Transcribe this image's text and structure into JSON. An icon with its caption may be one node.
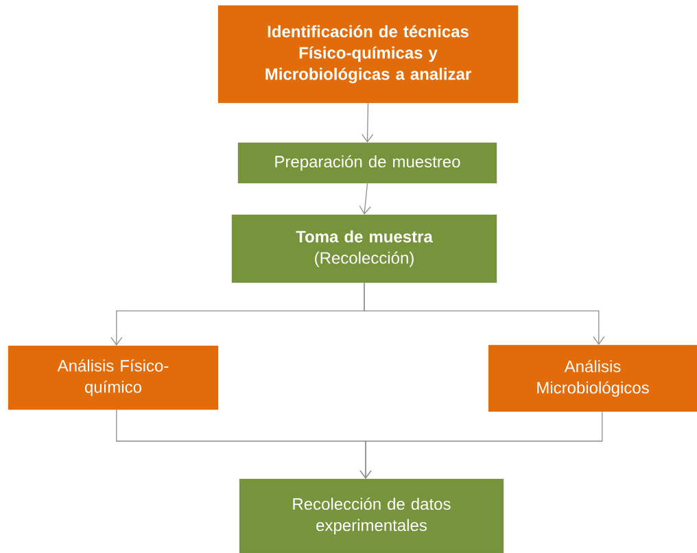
{
  "diagram": {
    "nodes": [
      {
        "text": [
          "Identificación de técnicas Físico-químicas y Microbiológicas a analizar"
        ]
      },
      {
        "text": [
          "Preparación de muestreo"
        ]
      },
      {
        "text": [
          "Toma de muestra",
          "(Recolección)"
        ]
      },
      {
        "text": [
          "Análisis Físico-químico"
        ]
      },
      {
        "text": [
          "Análisis Microbiológicos"
        ]
      },
      {
        "text": [
          "Recolección de datos experimentales"
        ]
      }
    ],
    "edges": [
      {
        "from": 0,
        "to": 1,
        "arrow": "to"
      },
      {
        "from": 1,
        "to": 2,
        "arrow": "to"
      },
      {
        "from": 2,
        "to": 3,
        "arrow": "to"
      },
      {
        "from": 2,
        "to": 4,
        "arrow": "to"
      },
      {
        "from": 3,
        "to": 5,
        "arrow": "to"
      },
      {
        "from": 4,
        "to": 5,
        "arrow": "to"
      }
    ]
  }
}
